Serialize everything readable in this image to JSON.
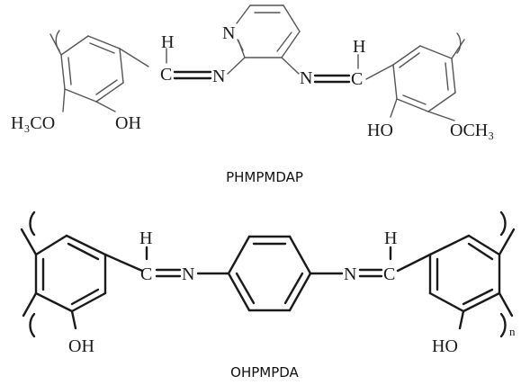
{
  "structures": [
    {
      "caption": "PHMPMDAP",
      "atoms": {
        "h_left": "H",
        "c_left": "C",
        "n_left": "N",
        "n_pyridine": "N",
        "n_right": "N",
        "c_right": "C",
        "h_right": "H",
        "methoxy_left": "H₃CO",
        "oh_left": "OH",
        "oh_right": "HO",
        "methoxy_right": "OCH₃"
      }
    },
    {
      "caption": "OHPMPDA",
      "atoms": {
        "h_left": "H",
        "c_left": "C",
        "n_left": "N",
        "n_right": "N",
        "c_right": "C",
        "h_right": "H",
        "oh_left": "OH",
        "oh_right": "HO",
        "repeat_subscript": "n"
      }
    }
  ]
}
